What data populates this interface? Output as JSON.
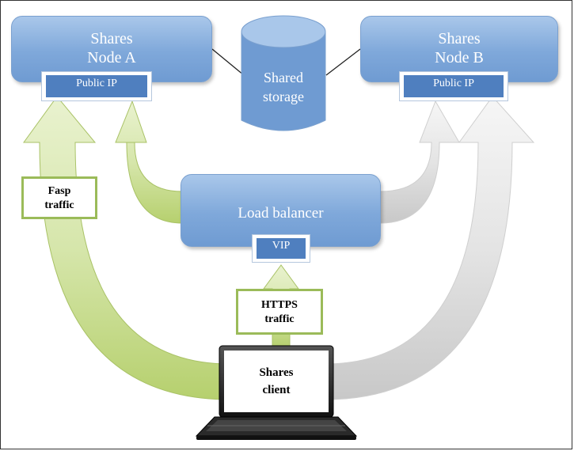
{
  "nodes": {
    "node_a": {
      "title_line1": "Shares",
      "title_line2": "Node A",
      "ip_label": "Public IP"
    },
    "node_b": {
      "title_line1": "Shares",
      "title_line2": "Node B",
      "ip_label": "Public IP"
    }
  },
  "storage": {
    "line1": "Shared",
    "line2": "storage"
  },
  "load_balancer": {
    "title": "Load balancer",
    "vip_label": "VIP"
  },
  "labels": {
    "fasp_line1": "Fasp",
    "fasp_line2": "traffic",
    "https_line1": "HTTPS",
    "https_line2": "traffic"
  },
  "client": {
    "line1": "Shares",
    "line2": "client"
  },
  "colors": {
    "node_fill": "#7fa8da",
    "ip_fill": "#4f7fbf",
    "green_arrow": "#c9dd96",
    "gray_arrow": "#e2e2e2",
    "label_border": "#9bbb59"
  },
  "icons": {
    "client": "laptop-icon",
    "storage": "database-cylinder-icon"
  }
}
